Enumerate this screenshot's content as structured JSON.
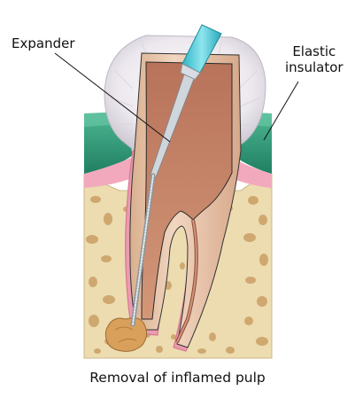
{
  "labels": {
    "expander": "Expander",
    "elastic_line1": "Elastic",
    "elastic_line2": "insulator",
    "caption": "Removal of inflamed pulp"
  },
  "colors": {
    "gum": "#2e9a7a",
    "gum_highlight": "#5fc3a3",
    "gum_inner_pink": "#f3a9bd",
    "bone": "#ecdcb0",
    "bone_pore": "#c9a063",
    "root_membrane": "#e58aa0",
    "tooth_dentin": "#e9c7ad",
    "pulp_chamber": "#c9866b",
    "insulator": "#e8e4ea",
    "instrument_handle": "#5fd0de",
    "instrument_shaft": "#cfd6dc",
    "inflamed_tissue": "#d8a060"
  }
}
